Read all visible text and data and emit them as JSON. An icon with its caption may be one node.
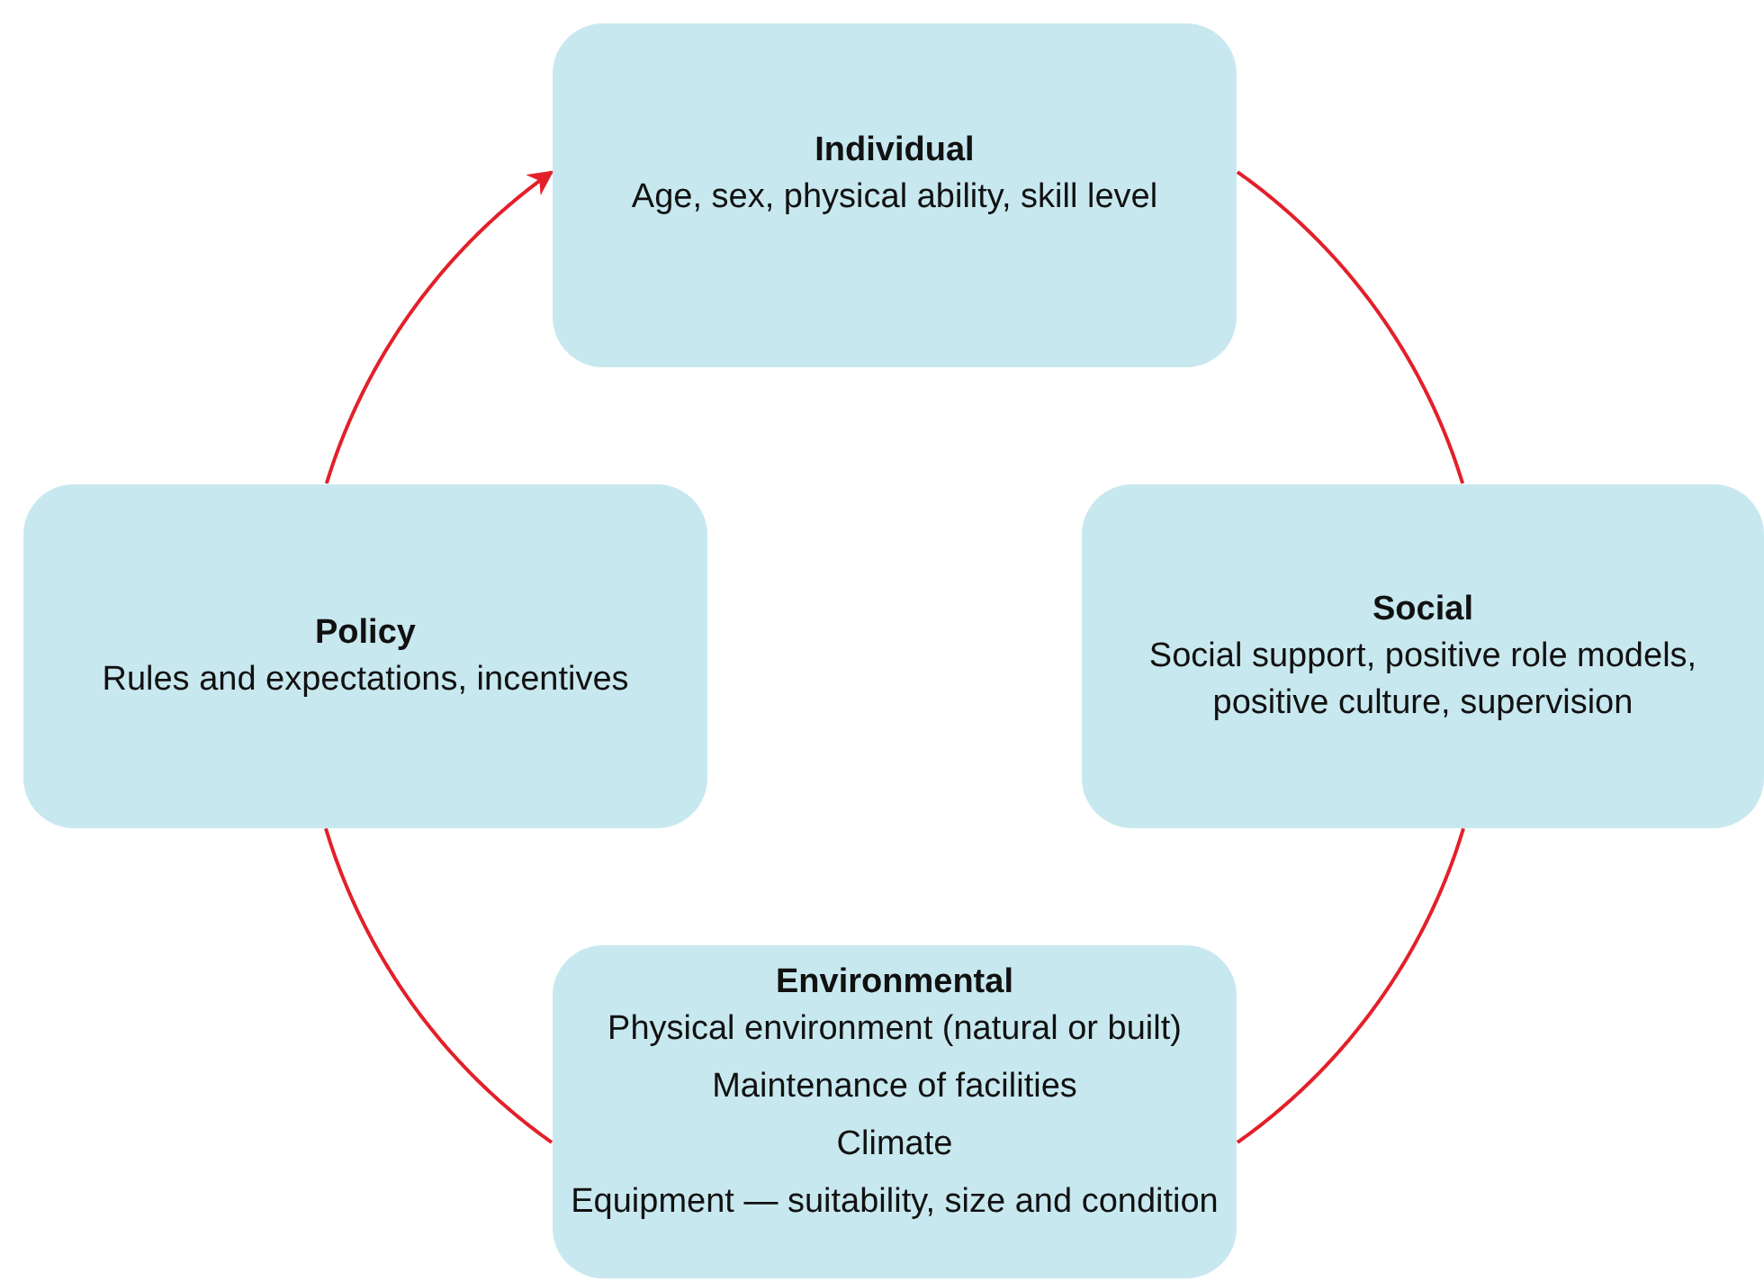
{
  "diagram": {
    "nodes": [
      {
        "text": [
          "Individual",
          "Age, sex, physical ability, skill level"
        ]
      },
      {
        "text": [
          "Social",
          "Social support, positive role models, positive culture, supervision"
        ]
      },
      {
        "text": [
          "Environmental",
          "Physical environment (natural or built)",
          "Maintenance of facilities",
          "Climate",
          "Equipment — suitability, size and condition"
        ]
      },
      {
        "text": [
          "Policy",
          "Rules and expectations, incentives"
        ]
      }
    ],
    "edges": [
      {
        "from": 0,
        "to": 1,
        "arrow": "none",
        "color": "#e3202a"
      },
      {
        "from": 1,
        "to": 2,
        "arrow": "none",
        "color": "#e3202a"
      },
      {
        "from": 2,
        "to": 3,
        "arrow": "none",
        "color": "#e3202a"
      },
      {
        "from": 3,
        "to": 0,
        "arrow": "to",
        "color": "#e3202a"
      }
    ]
  }
}
